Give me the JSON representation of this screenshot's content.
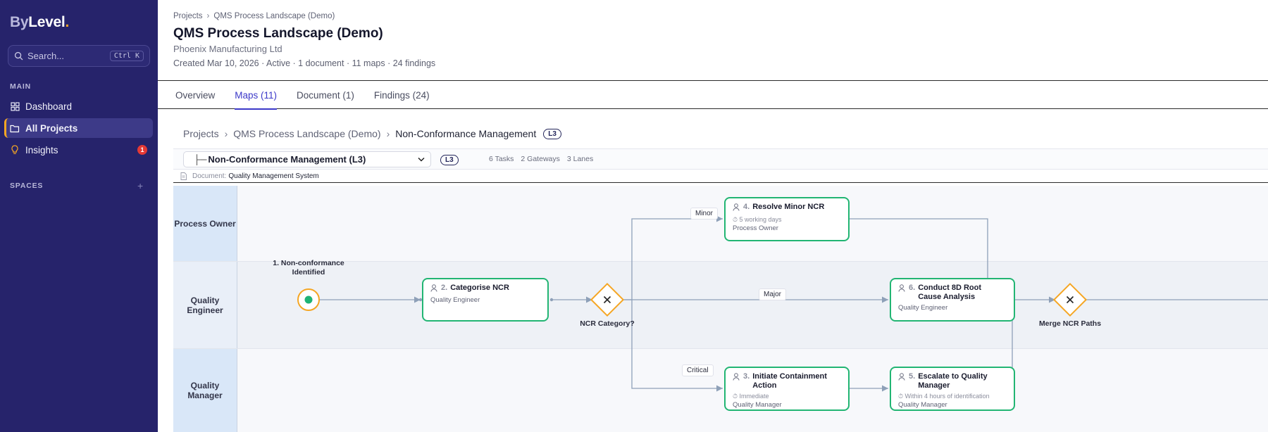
{
  "brand": {
    "by": "By",
    "level": "Level",
    "dot": "."
  },
  "search": {
    "placeholder": "Search...",
    "shortcut": "Ctrl K"
  },
  "sidebar": {
    "main_label": "MAIN",
    "items": [
      {
        "label": "Dashboard",
        "icon": "dashboard-icon"
      },
      {
        "label": "All Projects",
        "icon": "folder-icon",
        "active": true
      },
      {
        "label": "Insights",
        "icon": "lightbulb-icon",
        "badge": "1"
      }
    ],
    "spaces_label": "SPACES"
  },
  "header": {
    "breadcrumb": [
      "Projects",
      "QMS Process Landscape (Demo)"
    ],
    "title": "QMS Process Landscape (Demo)",
    "subtitle": "Phoenix Manufacturing Ltd",
    "meta": "Created Mar 10, 2026 · Active · 1 document · 11 maps · 24 findings"
  },
  "tabs": [
    {
      "label": "Overview"
    },
    {
      "label": "Maps (11)",
      "active": true
    },
    {
      "label": "Document (1)"
    },
    {
      "label": "Findings (24)"
    }
  ],
  "map_breadcrumb": {
    "items": [
      "Projects",
      "QMS Process Landscape (Demo)",
      "Non-Conformance Management"
    ],
    "level": "L3"
  },
  "toolbar": {
    "tree_prefix": "├─",
    "selected_map": "Non-Conformance Management (L3)",
    "level": "L3",
    "stats": [
      "6 Tasks",
      "2 Gateways",
      "3 Lanes"
    ]
  },
  "document": {
    "label": "Document:",
    "value": "Quality Management System"
  },
  "lanes": [
    {
      "label": "Process Owner"
    },
    {
      "label": "Quality Engineer"
    },
    {
      "label": "Quality Manager"
    }
  ],
  "start_event": {
    "label": "1. Non-conformance Identified"
  },
  "tasks": [
    {
      "num": "2.",
      "title": "Categorise NCR",
      "duration": "",
      "role": "Quality Engineer"
    },
    {
      "num": "4.",
      "title": "Resolve Minor NCR",
      "duration": "⏱ 5 working days",
      "role": "Process Owner"
    },
    {
      "num": "3.",
      "title": "Initiate Containment Action",
      "duration": "⏱ Immediate",
      "role": "Quality Manager"
    },
    {
      "num": "5.",
      "title": "Escalate to Quality Manager",
      "duration": "⏱ Within 4 hours of identification",
      "role": "Quality Manager"
    },
    {
      "num": "6.",
      "title": "Conduct 8D Root Cause Analysis",
      "duration": "",
      "role": "Quality Engineer"
    }
  ],
  "gateways": [
    {
      "label": "NCR Category?"
    },
    {
      "label": "Merge NCR Paths"
    }
  ],
  "flow_labels": {
    "minor": "Minor",
    "major": "Major",
    "critical": "Critical"
  },
  "colors": {
    "sidebar_bg": "#26236b",
    "accent": "#3b38c8",
    "task_border": "#22b573",
    "gateway": "#f5a623",
    "lane_header": "#d9e7f8"
  }
}
